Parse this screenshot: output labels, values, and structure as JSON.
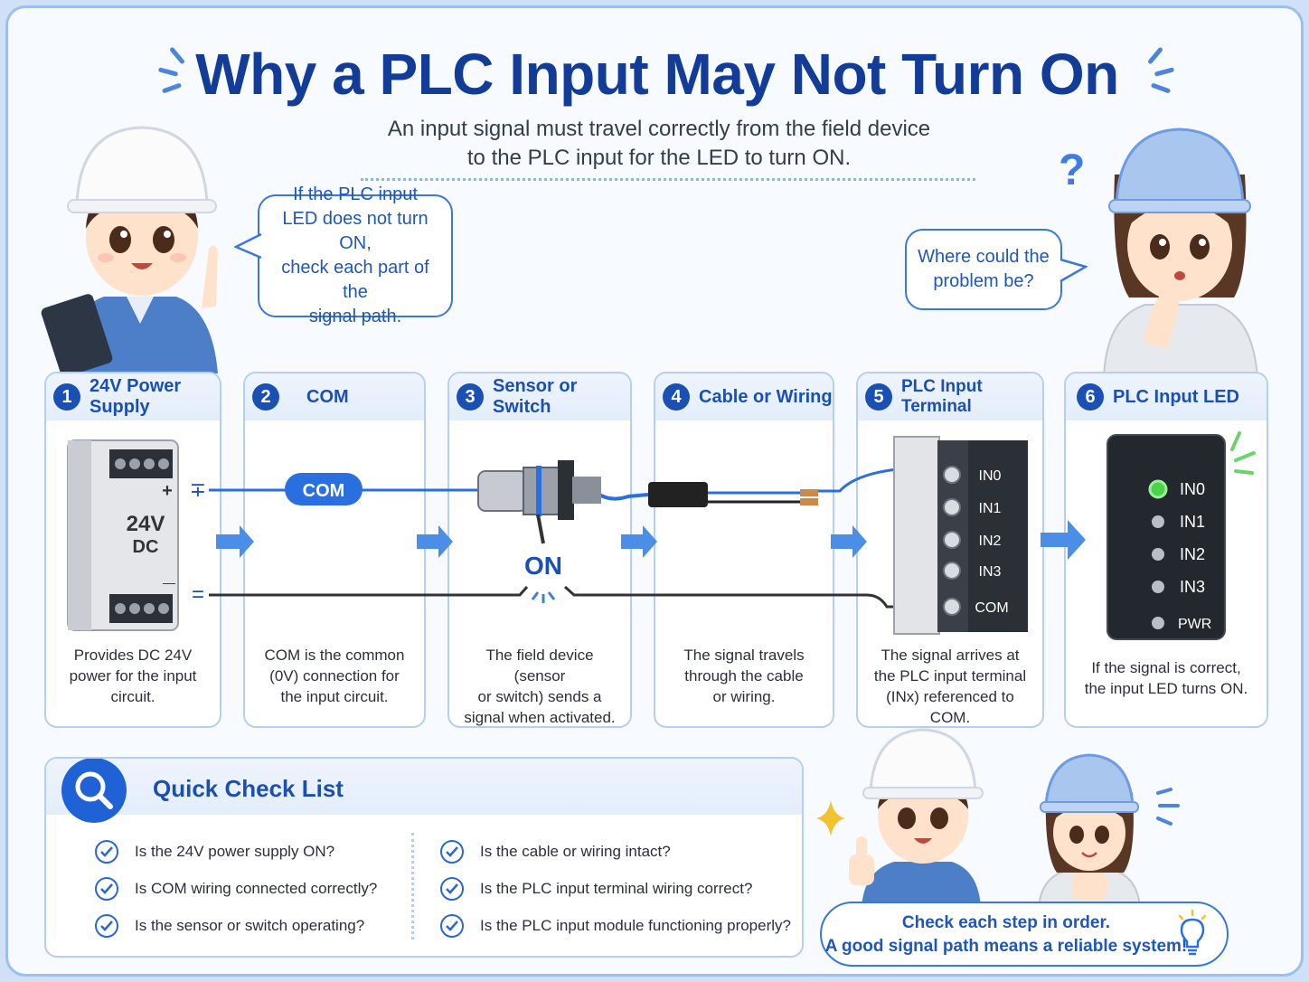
{
  "header": {
    "title": "Why a PLC Input May Not Turn On",
    "subtitle_line1": "An input signal must travel correctly from the field device",
    "subtitle_line2": "to the PLC input for the LED to turn ON."
  },
  "bubbles": {
    "left": [
      "If the PLC input",
      "LED does not turn ON,",
      "check each part of the",
      "signal path."
    ],
    "right": [
      "Where could the",
      "problem be?"
    ],
    "question_mark": "?"
  },
  "steps": [
    {
      "num": "1",
      "title": "24V Power Supply",
      "desc": [
        "Provides DC 24V",
        "power for the input",
        "circuit."
      ]
    },
    {
      "num": "2",
      "title": "COM",
      "desc": [
        "COM is the common",
        "(0V) connection for",
        "the input circuit."
      ]
    },
    {
      "num": "3",
      "title": "Sensor or Switch",
      "desc": [
        "The field device (sensor",
        "or switch) sends a",
        "signal when activated."
      ]
    },
    {
      "num": "4",
      "title": "Cable or Wiring",
      "desc": [
        "The signal travels",
        "through the cable",
        "or wiring."
      ]
    },
    {
      "num": "5",
      "title": "PLC Input Terminal",
      "desc": [
        "The signal arrives at",
        "the PLC input terminal",
        "(INx) referenced to COM."
      ]
    },
    {
      "num": "6",
      "title": "PLC Input LED",
      "desc": [
        "If the signal is correct,",
        "the input LED turns ON."
      ]
    }
  ],
  "diagram": {
    "psu_voltage": "24V",
    "psu_type": "DC",
    "psu_plus": "+",
    "psu_minus": "—",
    "plus_symbol": "∓",
    "minus_symbol": "=",
    "com_tag": "COM",
    "on_label": "ON",
    "terminal_labels": [
      "IN0",
      "IN1",
      "IN2",
      "IN3",
      "COM"
    ],
    "led_labels": [
      "IN0",
      "IN1",
      "IN2",
      "IN3",
      "PWR"
    ],
    "led_colors": {
      "on": "#4bd34a",
      "off": "#b9bec7"
    }
  },
  "quick_check": {
    "title": "Quick Check List",
    "left_items": [
      "Is the 24V power supply ON?",
      "Is COM wiring connected correctly?",
      "Is the sensor or switch operating?"
    ],
    "right_items": [
      "Is the cable or wiring intact?",
      "Is the PLC input terminal wiring correct?",
      "Is the PLC input module functioning properly?"
    ]
  },
  "banner": {
    "line1": "Check each step in order.",
    "line2": "A good signal path means a reliable system!"
  },
  "colors": {
    "title": "#123c97",
    "accent": "#1a4fb3",
    "wire_blue": "#2a6fe0",
    "arrow": "#4a8ee8",
    "card_border": "#b4cff1"
  }
}
